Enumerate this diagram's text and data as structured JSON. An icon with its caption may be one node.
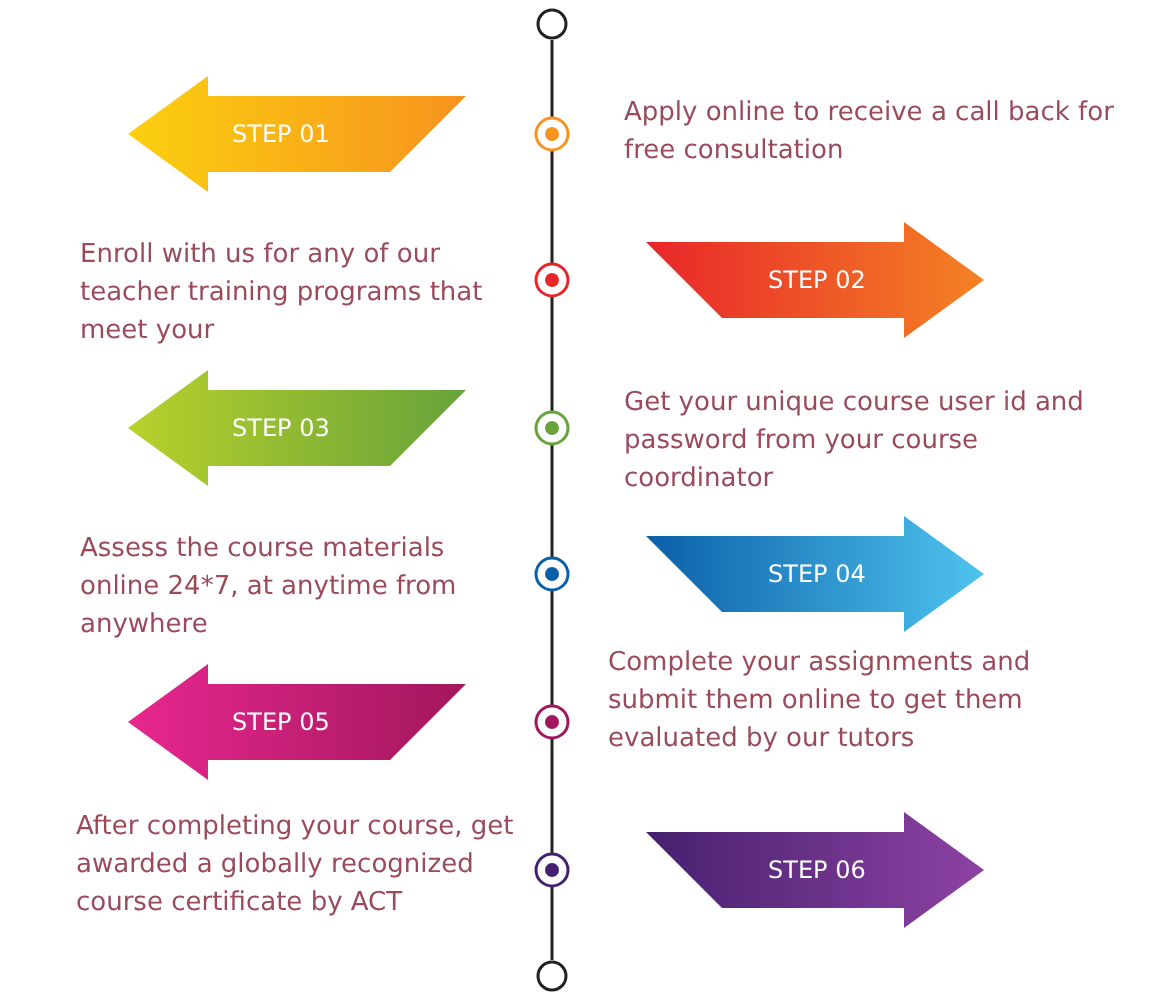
{
  "diagram": {
    "nodes": [
      {
        "text": [
          "STEP 01"
        ]
      },
      {
        "text": [
          "STEP 02"
        ]
      },
      {
        "text": [
          "STEP 03"
        ]
      },
      {
        "text": [
          "STEP 04"
        ]
      },
      {
        "text": [
          "STEP 05"
        ]
      },
      {
        "text": [
          "STEP 06"
        ]
      }
    ],
    "labels": [
      "Apply online to receive a call back for free consultation",
      "Enroll with us for any of our teacher training programs that meet your",
      "Get your unique course user id and password from your course coordinator",
      "Assess the course materials online 24*7, at anytime from anywhere",
      "Complete your assignments and submit them online to get them evaluated by our tutors",
      "After completing your course, get awarded a globally recognized course certificate by ACT"
    ]
  }
}
